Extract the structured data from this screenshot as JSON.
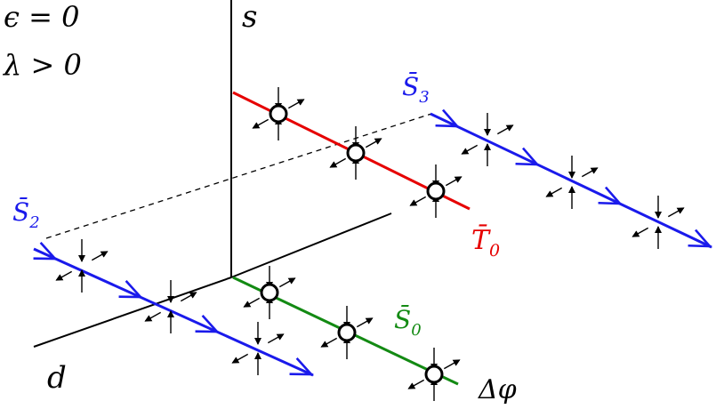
{
  "conditions": {
    "line1": "ϵ = 0",
    "line2": "λ > 0"
  },
  "axes": {
    "s": "s",
    "d": "d",
    "dphi": "Δφ"
  },
  "manifolds": {
    "T0": {
      "label": "T̄",
      "sub": "0",
      "color": "#e60000"
    },
    "S0": {
      "label": "S̄",
      "sub": "0",
      "color": "#138a13"
    },
    "S2": {
      "label": "S̄",
      "sub": "2",
      "color": "#1a1aeb"
    },
    "S3": {
      "label": "S̄",
      "sub": "3",
      "color": "#1a1aeb"
    }
  },
  "colors": {
    "axis": "#000000",
    "arrow": "#000000"
  }
}
